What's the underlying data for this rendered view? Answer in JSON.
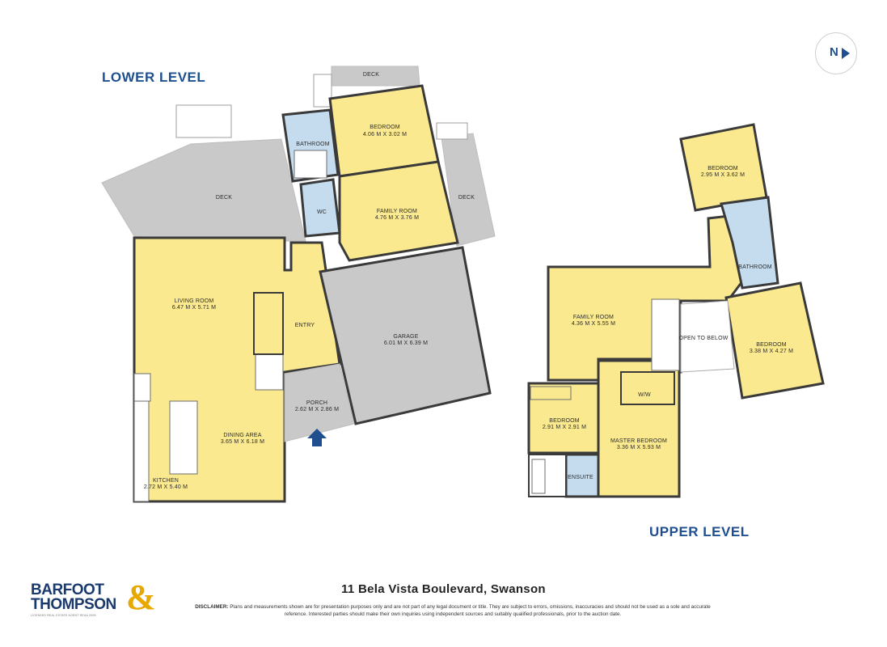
{
  "levels": {
    "lower_title": "LOWER LEVEL",
    "upper_title": "UPPER LEVEL"
  },
  "rooms": {
    "deck_top": "DECK",
    "bathroom_lower": "BATHROOM",
    "bedroom_lower_name": "BEDROOM",
    "bedroom_lower_size": "4.06 M X 3.02 M",
    "deck_left": "DECK",
    "wc": "WC",
    "family_lower_name": "FAMILY ROOM",
    "family_lower_size": "4.76 M X 3.76 M",
    "deck_right": "DECK",
    "living_name": "LIVING ROOM",
    "living_size": "6.47 M X 5.71 M",
    "entry": "ENTRY",
    "garage_name": "GARAGE",
    "garage_size": "6.01 M X 6.39 M",
    "porch_name": "PORCH",
    "porch_size": "2.62 M X 2.86 M",
    "dining_name": "DINING AREA",
    "dining_size": "3.65 M X 6.18 M",
    "kitchen_name": "KITCHEN",
    "kitchen_size": "2.72 M X 5.40 M",
    "bedroom_u1_name": "BEDROOM",
    "bedroom_u1_size": "2.95 M X 3.62 M",
    "bathroom_upper": "BATHROOM",
    "family_upper_name": "FAMILY ROOM",
    "family_upper_size": "4.36 M X 5.55 M",
    "open_to_below": "OPEN TO BELOW",
    "bedroom_u2_name": "BEDROOM",
    "bedroom_u2_size": "3.38 M X 4.27 M",
    "ww": "W/W",
    "bedroom_u3_name": "BEDROOM",
    "bedroom_u3_size": "2.91 M X 2.91 M",
    "master_name": "MASTER BEDROOM",
    "master_size": "3.36 M X 5.93 M",
    "ensuite": "ENSUITE"
  },
  "compass": {
    "label": "N"
  },
  "footer": {
    "address": "11 Bela Vista Boulevard, Swanson",
    "disclaimer_label": "DISCLAIMER:",
    "disclaimer_text": "Plans and measurements shown are for presentation purposes only and are not part of any legal document or title. They are subject to errors, omissions, inaccuracies and should not be used as a sole and accurate reference. Interested parties should make their own inquiries using independent sources and suitably qualified professionals, prior to the auction date."
  },
  "logo": {
    "line1": "BARFOOT",
    "line2": "THOMPSON",
    "ampersand": "&",
    "tagline": "LICENSED REAL ESTATE AGENT REAA 2008"
  },
  "colors": {
    "room_fill": "#fbe98f",
    "wet_fill": "#c5dcef",
    "deck_fill": "#c9c9c9",
    "wall": "#3a3a3a",
    "title_blue": "#1f4f8f",
    "logo_navy": "#1a3a6e",
    "logo_gold": "#e8a800"
  }
}
